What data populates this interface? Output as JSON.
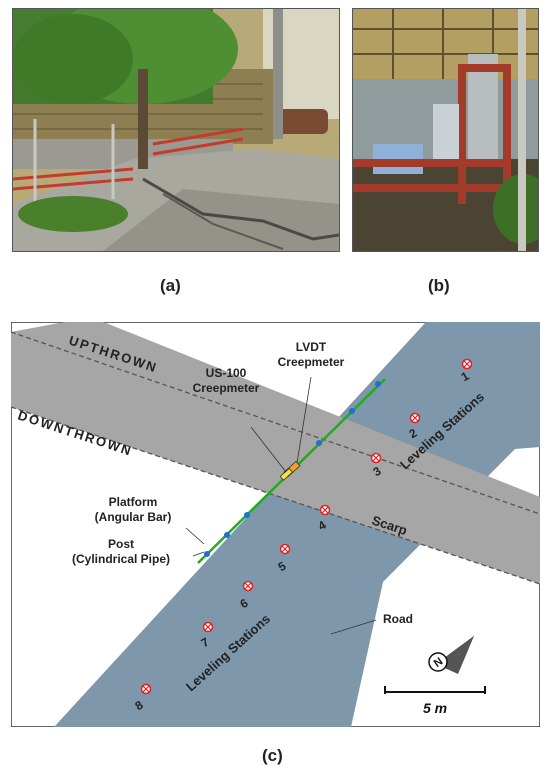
{
  "panels": {
    "a": "(a)",
    "b": "(b)",
    "c": "(c)"
  },
  "map": {
    "upthrown": "UPTHROWN",
    "downthrown": "DOWNTHROWN",
    "us100": [
      "US-100",
      "Creepmeter"
    ],
    "lvdt": [
      "LVDT",
      "Creepmeter"
    ],
    "platform": [
      "Platform",
      "(Angular Bar)"
    ],
    "post": [
      "Post",
      "(Cylindrical Pipe)"
    ],
    "scarp": "Scarp",
    "road": "Road",
    "leveling_top": "Leveling Stations",
    "leveling_bottom": "Leveling Stations",
    "scale": "5 m",
    "north": "N",
    "stations": [
      "1",
      "2",
      "3",
      "4",
      "5",
      "6",
      "7",
      "8"
    ]
  },
  "colors": {
    "road": "#7f97ab",
    "scarp": "#a6a6a6",
    "creepmeter_line": "#22aa22",
    "nodes": "#1f6fd6",
    "station": "#e02020",
    "lvdt": "#f4a21a",
    "us100": "#f2e43a"
  },
  "icons": [
    "north-arrow-icon",
    "leveling-station-icon"
  ]
}
